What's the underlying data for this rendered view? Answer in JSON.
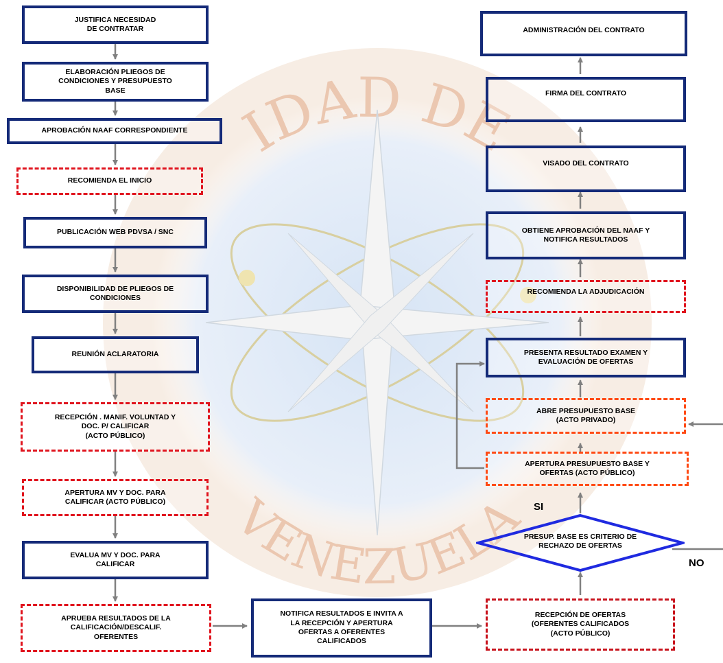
{
  "steps": {
    "s1": "JUSTIFICA NECESIDAD\nDE CONTRATAR",
    "s2": "ELABORACIÓN PLIEGOS DE\nCONDICIONES Y PRESUPUESTO\nBASE",
    "s3": "APROBACIÓN NAAF CORRESPONDIENTE",
    "s4": "RECOMIENDA EL INICIO",
    "s5": "PUBLICACIÓN WEB PDVSA / SNC",
    "s6": "DISPONIBILIDAD DE PLIEGOS DE\nCONDICIONES",
    "s7": "REUNIÓN ACLARATORIA",
    "s8": "RECEPCIÓN   . MANIF. VOLUNTAD Y\nDOC. P/ CALIFICAR\n(ACTO PÚBLICO)",
    "s9": "APERTURA MV Y DOC. PARA\nCALIFICAR  (ACTO PÚBLICO)",
    "s10": "EVALUA MV Y DOC. PARA\nCALIFICAR",
    "s11": "APRUEBA RESULTADOS DE LA\nCALIFICACIÓN/DESCALIF.\nOFERENTES",
    "m1": "NOTIFICA RESULTADOS E INVITA A\nLA RECEPCIÓN Y APERTURA\nOFERTAS A OFERENTES\nCALIFICADOS",
    "r1": "RECEPCIÓN DE OFERTAS\n(OFERENTES CALIFICADOS\n(ACTO PÚBLICO)",
    "d1": "PRESUP. BASE  ES CRITERIO DE\nRECHAZO DE OFERTAS",
    "r2": "APERTURA  PRESUPUESTO BASE Y\nOFERTAS  (ACTO PÚBLICO)",
    "r3": "ABRE PRESUPUESTO BASE\n(ACTO PRIVADO)",
    "r4": "PRESENTA RESULTADO EXAMEN Y\nEVALUACIÓN DE OFERTAS",
    "r5": "RECOMIENDA LA ADJUDICACIÓN",
    "r6": "OBTIENE APROBACIÓN DEL NAAF Y\nNOTIFICA RESULTADOS",
    "r7": "VISADO  DEL CONTRATO",
    "r8": "FIRMA DEL CONTRATO",
    "r9": "ADMINISTRACIÓN DEL CONTRATO"
  },
  "branches": {
    "yes": "SI",
    "no": "NO"
  },
  "watermark": {
    "text": "IDAD DE",
    "text_bottom": "VENEZUELA"
  },
  "colors": {
    "solid_border": "#142a78",
    "dashed_red": "#e0141e",
    "dashed_orange": "#ff4a14",
    "arrow": "#808080"
  }
}
